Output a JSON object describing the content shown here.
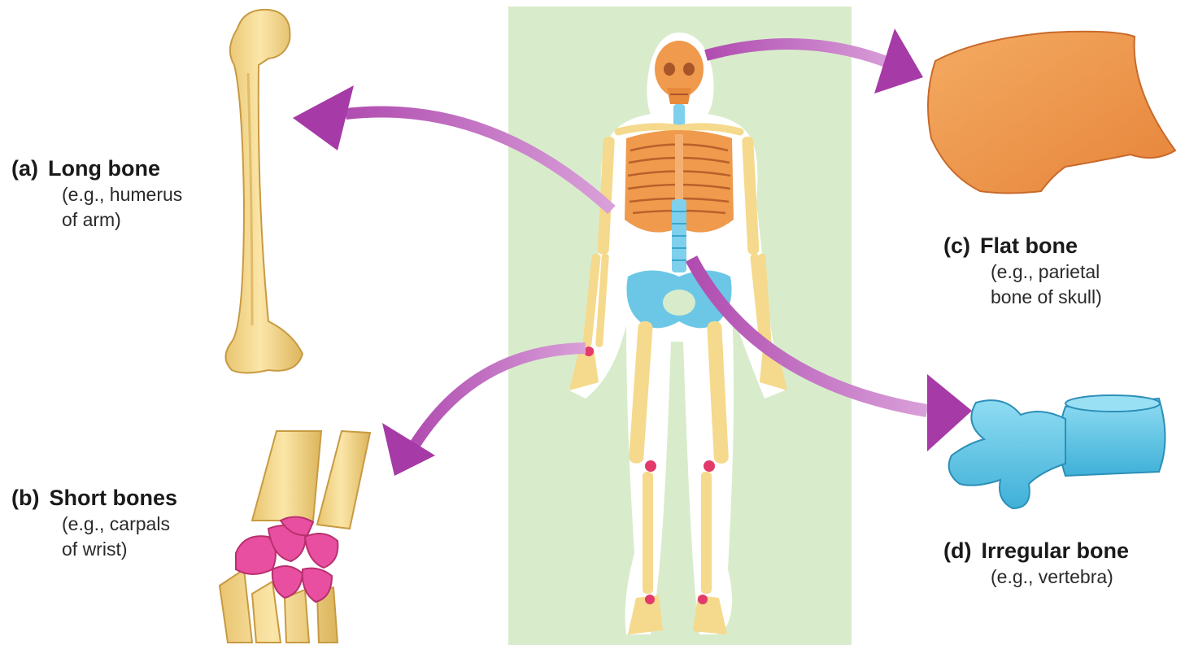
{
  "colors": {
    "panel": "#d8eccc",
    "bone": "#f5d98c",
    "bone_shade": "#d9b35a",
    "flat_bone": "#ef9a4c",
    "irregular_bone": "#5fc6e6",
    "short_bone": "#e94fa0",
    "arrow": "#a63aa6"
  },
  "labels": {
    "a": {
      "letter": "(a)",
      "title": "Long bone",
      "line1": "(e.g., humerus",
      "line2": "of arm)"
    },
    "b": {
      "letter": "(b)",
      "title": "Short bones",
      "line1": "(e.g., carpals",
      "line2": "of wrist)"
    },
    "c": {
      "letter": "(c)",
      "title": "Flat bone",
      "line1": "(e.g., parietal",
      "line2": "bone of skull)"
    },
    "d": {
      "letter": "(d)",
      "title": "Irregular bone",
      "line1": "(e.g., vertebra)"
    }
  }
}
